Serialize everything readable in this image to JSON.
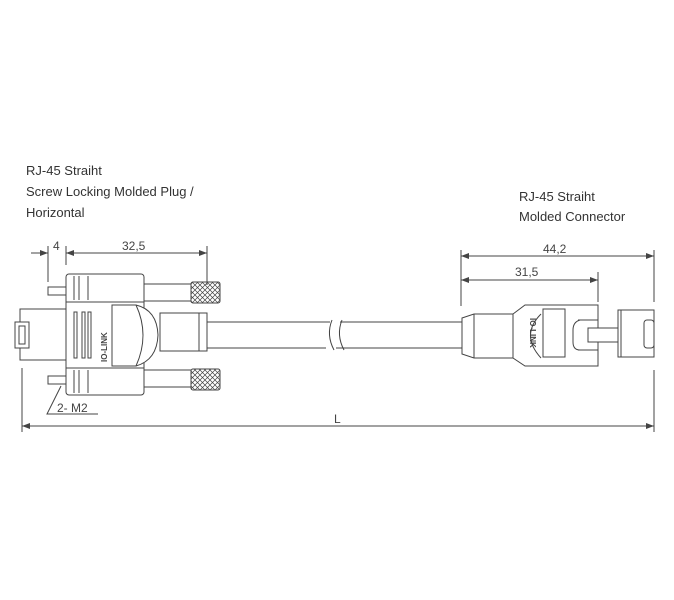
{
  "left_connector": {
    "title_lines": [
      "RJ-45 Straiht",
      "Screw Locking Molded Plug /",
      "Horizontal"
    ],
    "dim_flange": "4",
    "dim_length": "32,5",
    "screw_note": "2- M2",
    "logo": "IO-LINK"
  },
  "right_connector": {
    "title_lines": [
      "RJ-45 Straiht",
      "Molded Connector"
    ],
    "dim_total": "44,2",
    "dim_body": "31,5",
    "logo": "IO-LINK"
  },
  "overall_length": "L"
}
